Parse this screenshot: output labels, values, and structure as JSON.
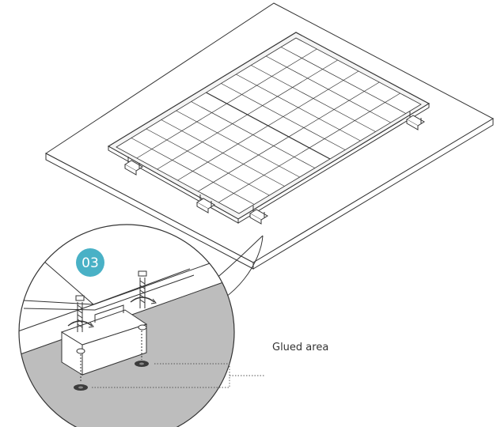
{
  "step": {
    "number": "03",
    "badge_color": "#49b1c6"
  },
  "callout": {
    "label": "Glued area"
  },
  "colors": {
    "line": "#333333",
    "panel_frame": "#f4f4f4",
    "ground": "#bdbdbd",
    "glue": "#3c3c3c",
    "leader": "#555555"
  },
  "panel": {
    "cell_columns": 12,
    "cell_rows": 6
  }
}
